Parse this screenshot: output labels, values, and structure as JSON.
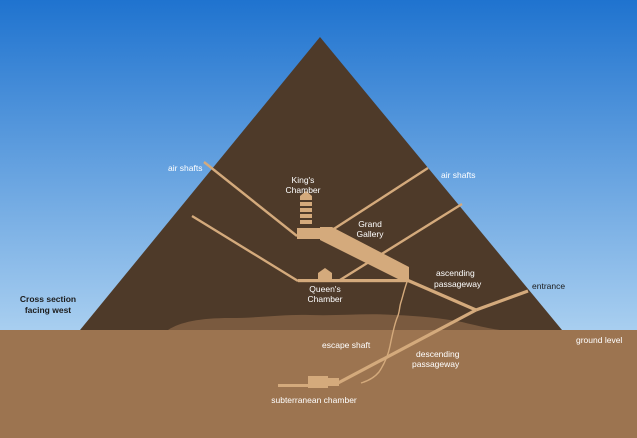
{
  "diagram": {
    "labels": {
      "air_shafts_left": "air shafts",
      "air_shafts_right": "air shafts",
      "kings_chamber_line1": "King's",
      "kings_chamber_line2": "Chamber",
      "grand_gallery_line1": "Grand",
      "grand_gallery_line2": "Gallery",
      "queens_chamber_line1": "Queen's",
      "queens_chamber_line2": "Chamber",
      "ascending_passageway_line1": "ascending",
      "ascending_passageway_line2": "passageway",
      "entrance": "entrance",
      "cross_section_line1": "Cross section",
      "cross_section_line2": "facing west",
      "escape_shaft": "escape shaft",
      "descending_passageway_line1": "descending",
      "descending_passageway_line2": "passageway",
      "ground_level": "ground level",
      "subterranean_chamber": "subterranean chamber"
    },
    "colors": {
      "sky_top": "#1f73cf",
      "sky_bottom": "#a9cff0",
      "pyramid": "#4e3a29",
      "ground": "#9c7450",
      "rubble": "#7a5a3f",
      "passage": "#d4aa7c",
      "label_on_dark": "#ffffff",
      "label_on_light": "#1c1c1c"
    }
  }
}
